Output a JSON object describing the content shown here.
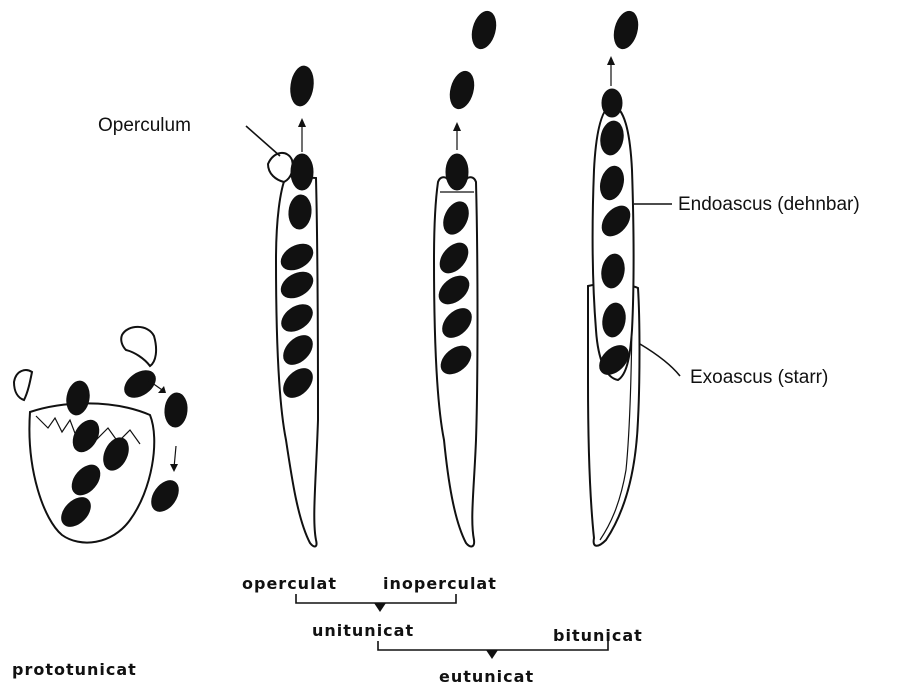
{
  "labels": {
    "operculum": "Operculum",
    "endoascus": "Endoascus (dehnbar)",
    "exoascus": "Exoascus (starr)"
  },
  "classification": {
    "operculat": "operculat",
    "inoperculat": "inoperculat",
    "unitunicat": "unitunicat",
    "bitunicat": "bitunicat",
    "prototunicat": "prototunicat",
    "eutunicat": "eutunicat"
  }
}
